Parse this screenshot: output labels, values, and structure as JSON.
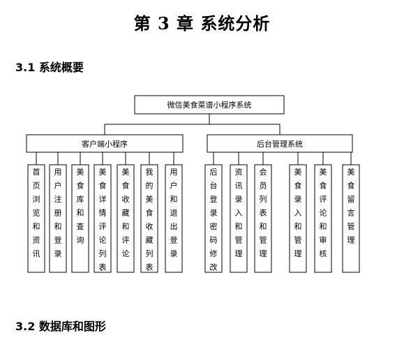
{
  "chapter": {
    "title": "第 3 章  系统分析"
  },
  "sections": [
    {
      "heading": "3.1  系统概要"
    },
    {
      "heading": "3.2  数据库和图形"
    }
  ],
  "diagram": {
    "root": "微信美食菜谱小程序系统",
    "branches": [
      {
        "label": "客户端小程序",
        "modules": [
          "首页浏览和资讯",
          "用户注册和登录",
          "美食库和查询",
          "美食详情评论列表",
          "美食收藏和评论",
          "我的美食收藏列表",
          "用户和退出登录"
        ]
      },
      {
        "label": "后台管理系统",
        "modules": [
          "后台登录密码修改",
          "资讯录入和管理",
          "会员列表和管理",
          "美食录入和管理",
          "美食评论和审核",
          "美食留言管理"
        ]
      }
    ]
  }
}
